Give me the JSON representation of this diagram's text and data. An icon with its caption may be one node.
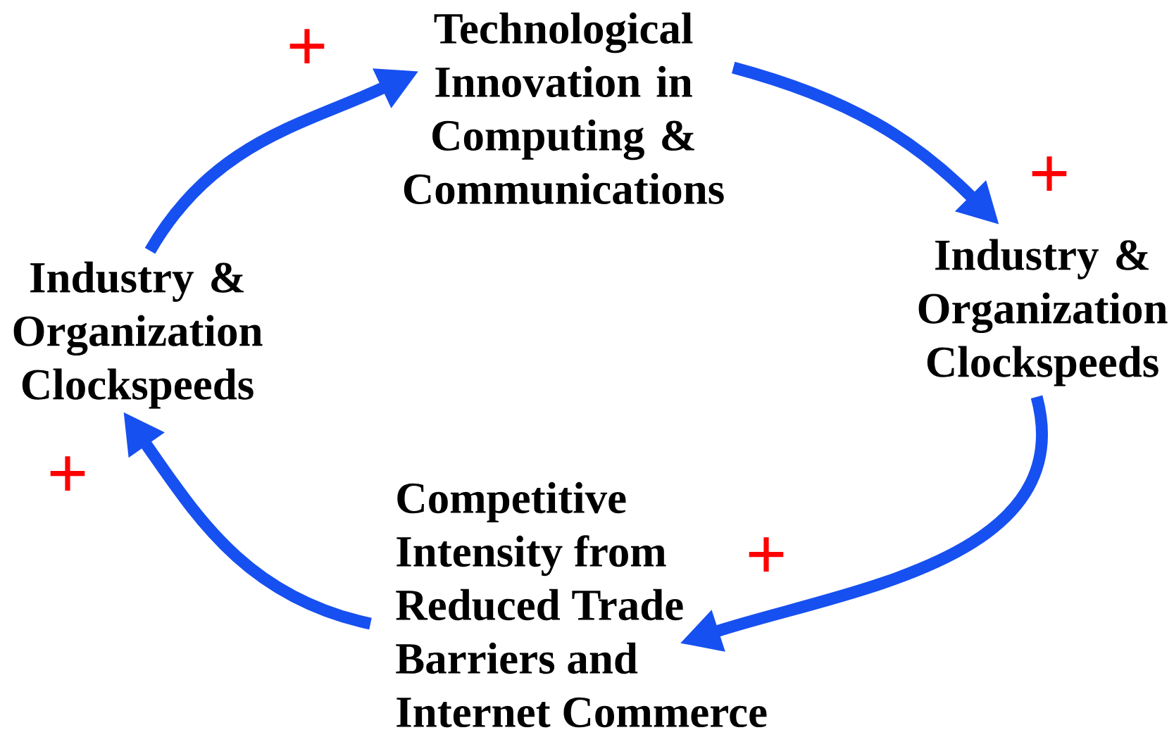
{
  "diagram": {
    "nodes": [
      {
        "text": [
          "Technological Innovation in Computing & Communications"
        ]
      },
      {
        "text": [
          "Industry & Organization Clockspeeds"
        ]
      },
      {
        "text": [
          "Competitive Intensity from Reduced Trade Barriers and Internet Commerce"
        ]
      },
      {
        "text": [
          "Industry & Organization Clockspeeds"
        ]
      }
    ],
    "edges": [
      {
        "from": 3,
        "to": 0,
        "arrow": "to"
      },
      {
        "from": 0,
        "to": 1,
        "arrow": "to"
      },
      {
        "from": 1,
        "to": 2,
        "arrow": "to"
      },
      {
        "from": 2,
        "to": 3,
        "arrow": "to"
      }
    ],
    "labels": [
      "+",
      "+",
      "+",
      "+"
    ]
  }
}
